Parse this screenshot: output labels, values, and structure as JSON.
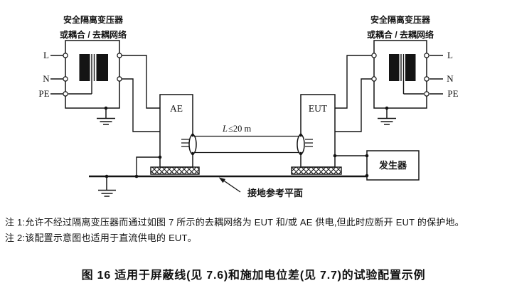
{
  "colors": {
    "ink": "#141414",
    "paper": "#ffffff"
  },
  "transformer_left": {
    "title": "安全隔离变压器",
    "subtitle": "或耦合 / 去耦网络",
    "terminal_l": "L",
    "terminal_n": "N",
    "terminal_pe": "PE"
  },
  "transformer_right": {
    "title": "安全隔离变压器",
    "subtitle": "或耦合 / 去耦网络",
    "terminal_l": "L",
    "terminal_n": "N",
    "terminal_pe": "PE"
  },
  "devices": {
    "ae_label": "AE",
    "eut_label": "EUT",
    "generator_label": "发生器"
  },
  "cable": {
    "length_symbol": "L",
    "length_value": "≤20 m"
  },
  "ground_plane": {
    "label": "接地参考平面"
  },
  "notes": [
    {
      "text": "注 1:允许不经过隔离变压器而通过如图 7 所示的去耦网络为 EUT 和/或 AE 供电,但此时应断开 EUT 的保护地。"
    },
    {
      "text": "注 2:该配置示意图也适用于直流供电的 EUT。"
    }
  ],
  "caption": "图 16  适用于屏蔽线(见 7.6)和施加电位差(见 7.7)的试验配置示例"
}
